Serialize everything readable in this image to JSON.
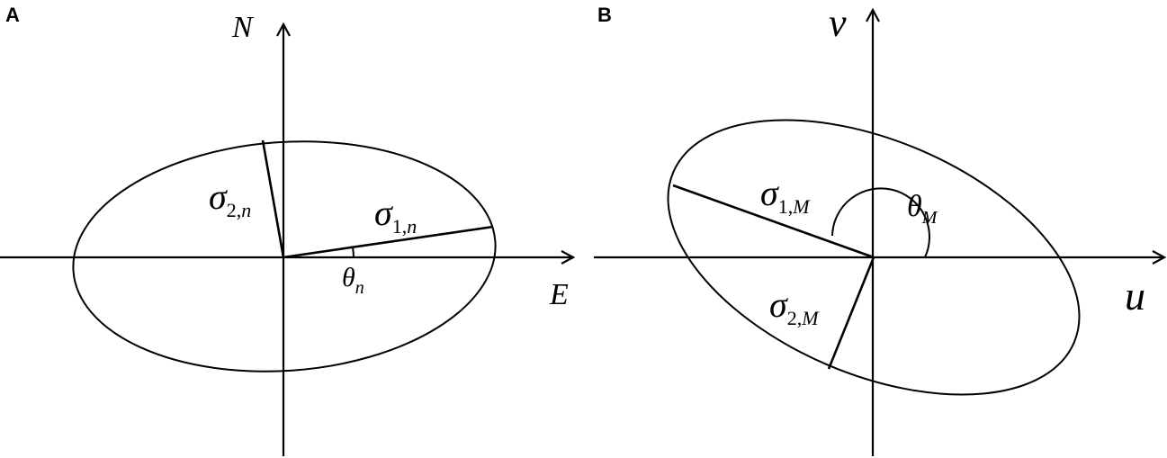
{
  "panels": {
    "a": {
      "letter": "A",
      "y_axis_label": "N",
      "x_axis_label": "E",
      "sigma_major": {
        "symbol": "σ",
        "sub_index": "1,",
        "sub_var": "n"
      },
      "sigma_minor": {
        "symbol": "σ",
        "sub_index": "2,",
        "sub_var": "n"
      },
      "angle": {
        "symbol": "θ",
        "sub_var": "n"
      }
    },
    "b": {
      "letter": "B",
      "y_axis_label": "v",
      "x_axis_label": "u",
      "sigma_major": {
        "symbol": "σ",
        "sub_index": "1,",
        "sub_var": "M"
      },
      "sigma_minor": {
        "symbol": "σ",
        "sub_index": "2,",
        "sub_var": "M"
      },
      "angle": {
        "symbol": "θ",
        "sub_var": "M"
      }
    }
  },
  "colors": {
    "line": "#000000",
    "background": "#ffffff"
  }
}
